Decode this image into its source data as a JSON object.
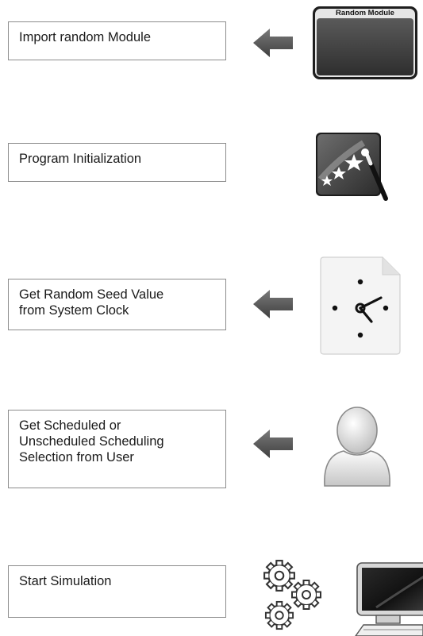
{
  "steps": [
    {
      "lines": [
        "Import random Module"
      ],
      "icon": "random-module-window-icon",
      "has_arrow": true
    },
    {
      "lines": [
        "Program Initialization"
      ],
      "icon": "magic-wand-icon",
      "has_arrow": false
    },
    {
      "lines": [
        "Get Random Seed Value",
        "from System Clock"
      ],
      "icon": "clock-document-icon",
      "has_arrow": true
    },
    {
      "lines": [
        "Get Scheduled or",
        "Unscheduled Scheduling",
        "Selection from User"
      ],
      "icon": "user-icon",
      "has_arrow": true
    },
    {
      "lines": [
        "Start Simulation"
      ],
      "icon": "gears-and-computer-icon",
      "has_arrow": false
    }
  ],
  "random_module_window": {
    "title": "Random Module"
  },
  "colors": {
    "box_border": "#8c8c8c",
    "arrow": "#595959",
    "text": "#1a1a1a"
  }
}
